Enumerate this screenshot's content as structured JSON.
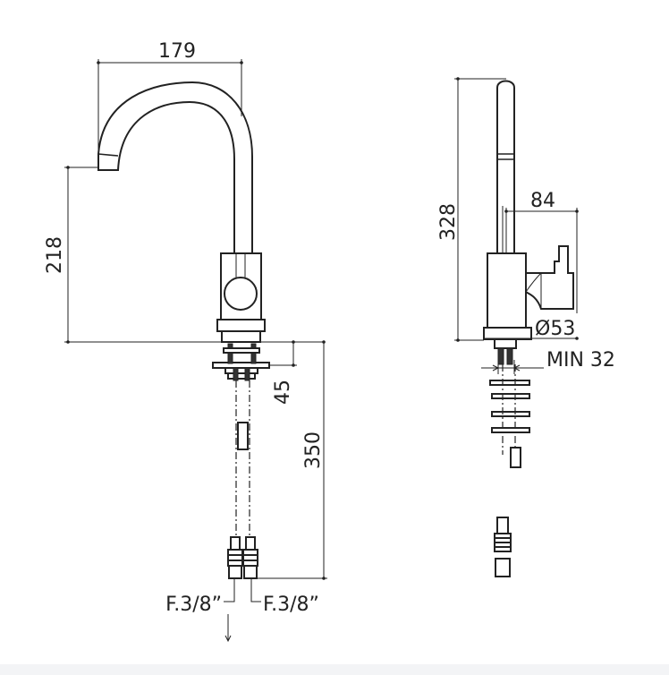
{
  "dimensions": {
    "spout_reach": "179",
    "spout_height": "218",
    "base_thickness": "45",
    "hose_length": "350",
    "total_height": "328",
    "handle_depth": "84",
    "base_diameter": "Ø53",
    "min_hole": "MIN 32"
  },
  "connections": {
    "left": "F.3/8”",
    "right": "F.3/8”"
  },
  "colors": {
    "line": "#222222",
    "background": "#ffffff"
  }
}
